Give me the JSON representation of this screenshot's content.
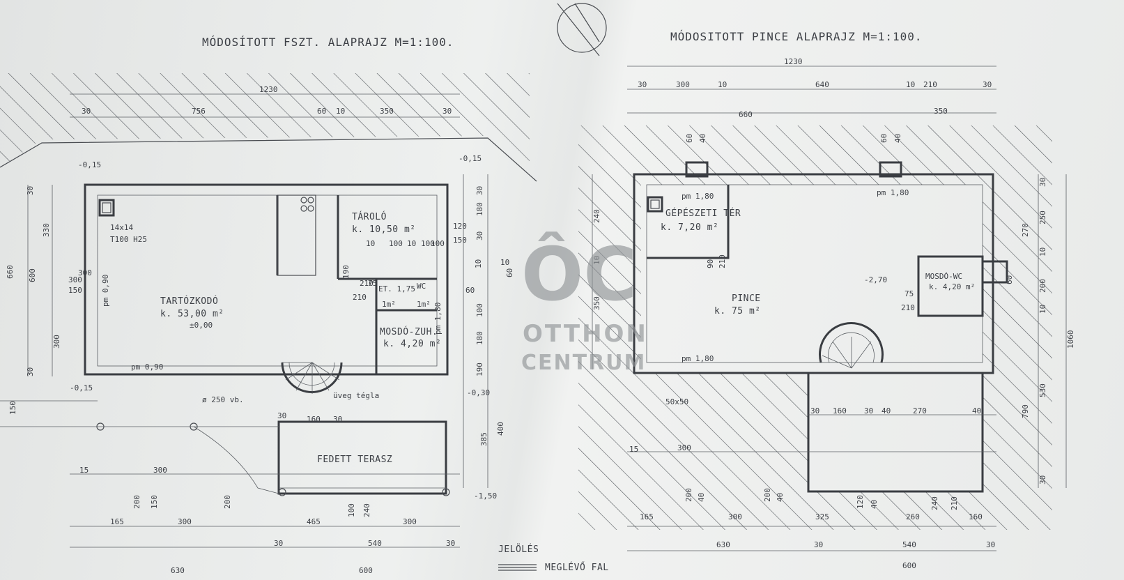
{
  "titles": {
    "left": "MÓDOSÍTOTT FSZT. ALAPRAJZ M=1:100.",
    "right": "MÓDOSITOTT PINCE ALAPRAJZ M=1:100."
  },
  "watermark": {
    "logo": "ÔC",
    "line1": "OTTHON",
    "line2": "CENTRUM"
  },
  "legend": {
    "heading": "JELÖLÉS",
    "item": "MEGLÉVŐ FAL"
  },
  "left_plan": {
    "rooms": [
      {
        "name": "TARTÓZKODÓ",
        "area": "k. 53,00 m²"
      },
      {
        "name": "TÁROLÓ",
        "area": "k. 10,50 m²"
      },
      {
        "name": "MOSDÓ-ZUH.",
        "area": "k. 4,20 m²"
      },
      {
        "name": "FEDETT TERASZ",
        "area": ""
      },
      {
        "name": "ET. 1,75",
        "area": "1m²"
      },
      {
        "name": "WC",
        "area": "1m²"
      }
    ],
    "labels": {
      "chimney": "14x14",
      "chimney2": "T100 H25",
      "pm1": "pm 0,90",
      "pm2": "pm 0,90",
      "pm3": "pm 1,80",
      "level1": "-0,15",
      "level2": "-0,15",
      "level3": "-0,15",
      "level4": "±0,00",
      "level5": "-0,30",
      "level6": "-1,50",
      "column": "ø 250 vb.",
      "glass": "üveg tégla"
    },
    "dims_top": [
      "1230",
      "30",
      "756",
      "60",
      "10",
      "350",
      "30"
    ],
    "dims_left": [
      "660",
      "600",
      "30",
      "330",
      "300",
      "150",
      "300",
      "30",
      "150"
    ],
    "dims_inner": [
      "120",
      "150",
      "100",
      "10",
      "100",
      "10",
      "100",
      "190",
      "210",
      "10",
      "75",
      "210",
      "60",
      "100",
      "180",
      "190",
      "30",
      "180",
      "30",
      "300",
      "60",
      "10",
      "30",
      "160",
      "30",
      "385",
      "400"
    ],
    "dims_bottom": [
      "15",
      "300",
      "200",
      "150",
      "200",
      "100",
      "240",
      "165",
      "300",
      "465",
      "300",
      "30",
      "540",
      "30",
      "630",
      "600"
    ]
  },
  "right_plan": {
    "rooms": [
      {
        "name": "GÉPÉSZETI TÉR",
        "area": "k. 7,20 m²"
      },
      {
        "name": "PINCE",
        "area": "k. 75 m²"
      },
      {
        "name": "MOSDÓ-WC",
        "area": "k. 4,20 m²"
      }
    ],
    "labels": {
      "pm1": "pm 1,80",
      "pm2": "pm 1,80",
      "pm3": "pm 1,80",
      "level": "-2,70",
      "col": "50x50"
    },
    "dims_top": [
      "1230",
      "30",
      "300",
      "10",
      "640",
      "10",
      "210",
      "30",
      "660",
      "350"
    ],
    "dims_side": [
      "60",
      "40",
      "60",
      "40",
      "240",
      "10",
      "350",
      "90",
      "210",
      "75",
      "210",
      "60"
    ],
    "dims_right": [
      "30",
      "250",
      "10",
      "200",
      "10",
      "270",
      "530",
      "790",
      "1060",
      "30"
    ],
    "dims_bottom": [
      "30",
      "160",
      "30",
      "40",
      "270",
      "40",
      "15",
      "300",
      "200",
      "40",
      "200",
      "40",
      "120",
      "40",
      "240",
      "210",
      "165",
      "300",
      "325",
      "260",
      "160",
      "630",
      "30",
      "540",
      "30",
      "600"
    ]
  }
}
